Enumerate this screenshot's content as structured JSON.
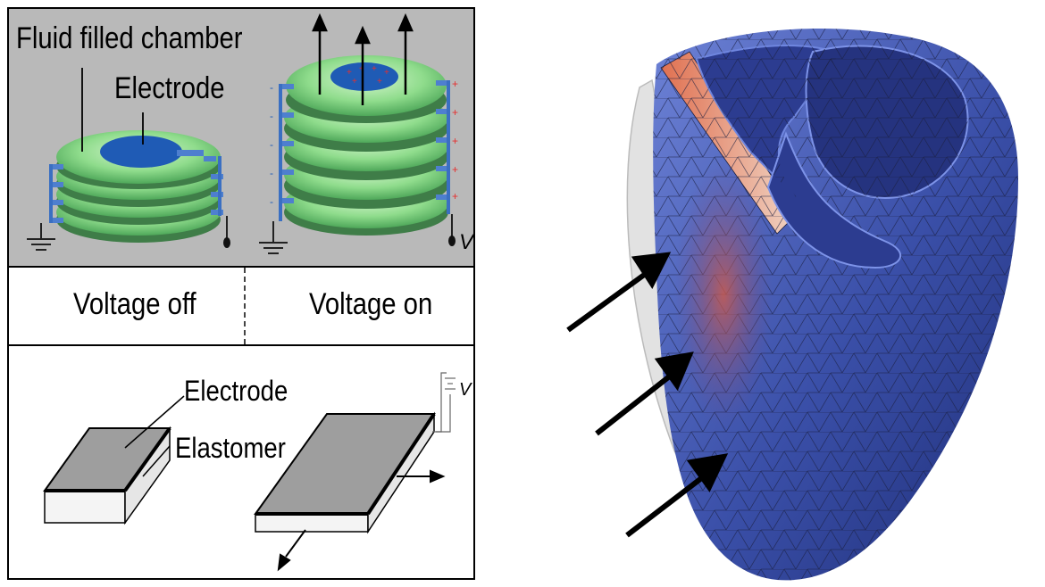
{
  "top_panel": {
    "label_chamber": "Fluid filled chamber",
    "label_electrode": "Electrode",
    "voltage_symbol": "V"
  },
  "state_labels": {
    "off": "Voltage off",
    "on": "Voltage on"
  },
  "bottom_panel": {
    "label_electrode": "Electrode",
    "label_elastomer": "Elastomer",
    "voltage_symbol": "V"
  },
  "colors": {
    "chamber_green": "#8fdc8c",
    "electrode_blue": "#1f5bb5",
    "heart_blue": "#3a4fa8",
    "heart_red": "#e07050",
    "panel_gray": "#b9b9b9",
    "plate_gray": "#9e9e9e"
  },
  "icons": [
    "ground-icon",
    "arrow-icon",
    "battery-icon"
  ]
}
